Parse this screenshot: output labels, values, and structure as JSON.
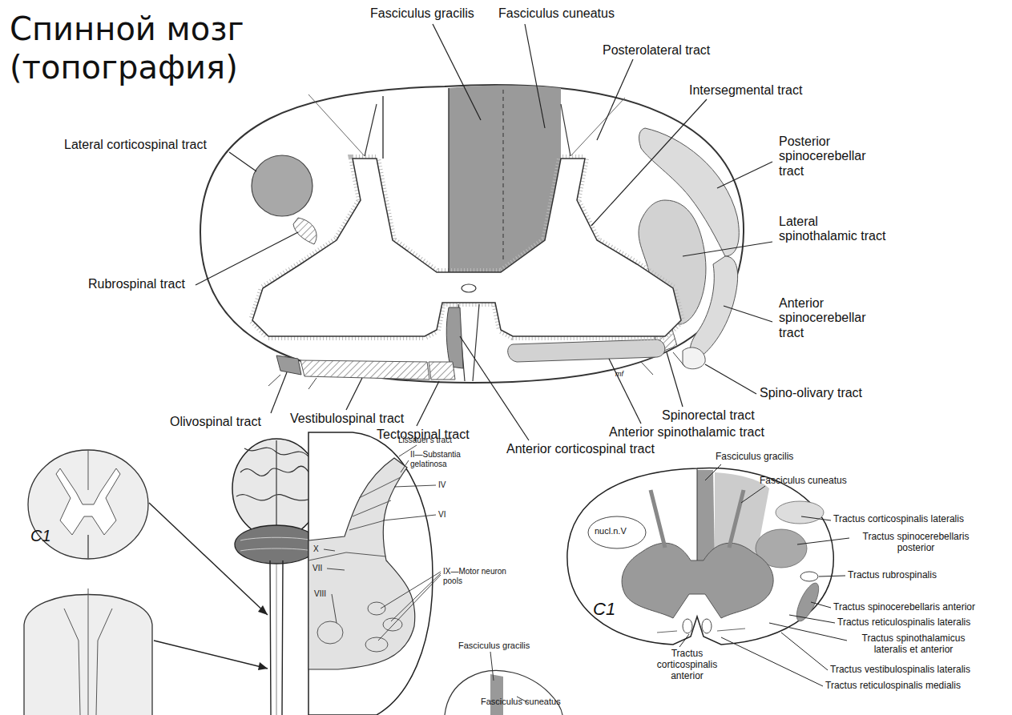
{
  "diagram": {
    "title": "Спинной мозг (топография)",
    "labels": [
      "Fasciculus gracilis",
      "Fasciculus cuneatus",
      "Posterolateral tract",
      "Intersegmental tract",
      "Lateral corticospinal tract",
      "Posterior spinocerebellar tract",
      "Lateral spinothalamic tract",
      "Anterior spinocerebellar tract",
      "Rubrospinal tract",
      "Spino-olivary tract",
      "Spinorectal tract",
      "Anterior spinothalamic tract",
      "Olivospinal tract",
      "Vestibulospinal tract",
      "Tectospinal tract",
      "Anterior corticospinal tract",
      "mf",
      "Lissauer's tract",
      "II—Substantia gelatinosa",
      "IV",
      "VI",
      "X",
      "VII",
      "VIII",
      "IX—Motor neuron pools",
      "C1",
      "Fasciculus gracilis",
      "Fasciculus cuneatus",
      "Fasciculus gracilis",
      "Fasciculus cuneatus",
      "nucl.n.V",
      "Tractus corticospinalis lateralis",
      "Tractus spinocerebellaris posterior",
      "Tractus rubrospinalis",
      "Tractus spinocerebellaris anterior",
      "Tractus reticulospinalis lateralis",
      "C1",
      "Tractus spinothalamicus lateralis et anterior",
      "Tractus corticospinalis anterior",
      "Tractus vestibulospinalis lateralis",
      "Tractus reticulospinalis medialis"
    ]
  }
}
